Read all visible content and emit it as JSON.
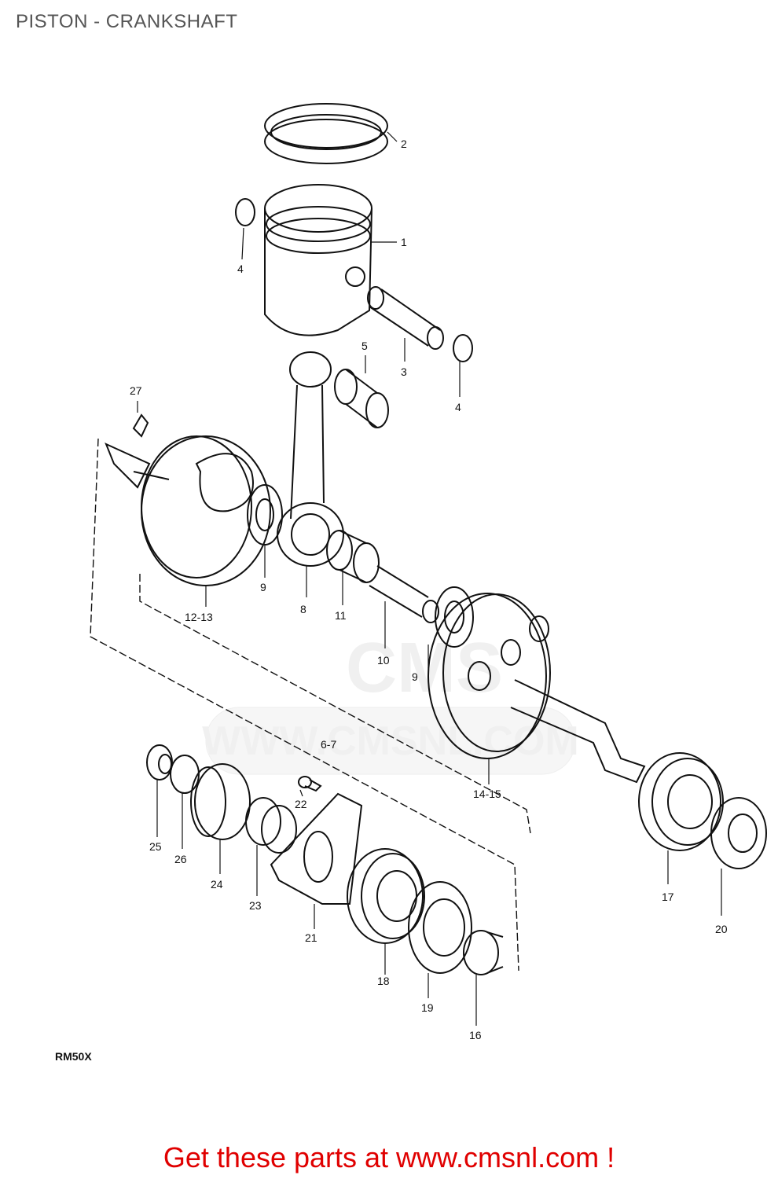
{
  "page": {
    "title": "PISTON - CRANKSHAFT",
    "model_code": "RM50X",
    "cta": "Get these parts at www.cmsnl.com !",
    "watermark": "WWW.CMSNL.COM",
    "watermark_logo": "CMS",
    "cta_color": "#e00000"
  },
  "callouts": [
    "1",
    "2",
    "3",
    "4",
    "4",
    "5",
    "6-7",
    "8",
    "9",
    "9",
    "10",
    "11",
    "12-13",
    "14-15",
    "16",
    "17",
    "18",
    "19",
    "20",
    "21",
    "22",
    "23",
    "24",
    "25",
    "26",
    "27"
  ]
}
